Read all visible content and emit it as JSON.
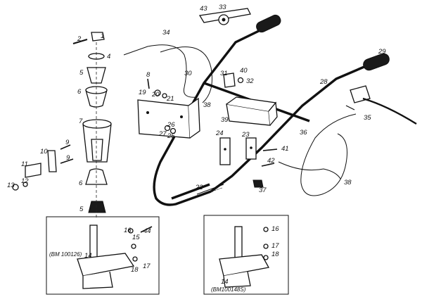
{
  "callouts": {
    "c1": "1",
    "c2": "2",
    "c4": "4",
    "c5a": "5",
    "c6a": "6",
    "c7": "7",
    "c6b": "6",
    "c5b": "5",
    "c8": "8",
    "c9a": "9",
    "c9b": "9",
    "c10": "10",
    "c11": "11",
    "c12": "12",
    "c13": "13",
    "c14a": "14",
    "c15": "15",
    "c16a": "16",
    "c44": "44",
    "c17a": "17",
    "c18a": "18",
    "c19": "19",
    "c20": "20",
    "c21": "21",
    "c22": "22",
    "c23": "23",
    "c24": "24",
    "c25": "25",
    "c26": "26",
    "c27": "27",
    "c28": "28",
    "c29": "29",
    "c30": "30",
    "c31": "31",
    "c32": "32",
    "c33": "33",
    "c34": "34",
    "c35": "35",
    "c36": "36",
    "c37": "37",
    "c38a": "38",
    "c38b": "38",
    "c39": "39",
    "c40": "40",
    "c41": "41",
    "c42": "42",
    "c43": "43",
    "c16b": "16",
    "c17b": "17",
    "c18b": "18",
    "c14b": "14"
  },
  "insets": {
    "left_caption": "(BM 100126)",
    "right_caption": "(BM100148S)"
  },
  "colors": {
    "ink": "#111111",
    "paper": "#ffffff"
  }
}
